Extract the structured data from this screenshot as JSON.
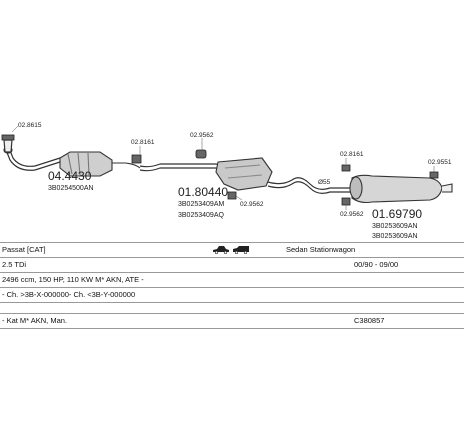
{
  "diagram": {
    "part_main_1": "04.4430",
    "oe_1": "3B0254500AN",
    "part_main_2": "01.80440",
    "oe_2a": "3B0253409AM",
    "oe_2b": "3B0253409AQ",
    "part_main_3": "01.69790",
    "oe_3a": "3B0253609AN",
    "oe_3b": "3B0253609AN",
    "clamp_1": "02.8615",
    "clamp_2": "02.8161",
    "clamp_3": "02.9562",
    "clamp_4": "02.9562",
    "clamp_5": "02.8161",
    "clamp_6": "02.9551",
    "clamp_7": "02.9562",
    "pipe_diameter": "Ø55"
  },
  "info": {
    "model": "Passat  [CAT]",
    "body_type": "Sedan Stationwagon",
    "engine": "2.5 TDi",
    "years": "00/90 - 09/00",
    "specs": "2496 ccm, 150 HP, 110 KW M* AKN, ATE -",
    "chassis": "- Ch. >3B-X-000000- Ch. <3B-Y-000000",
    "engine_code": "- Kat M* AKN, Man.",
    "catalog_no": "C380857"
  },
  "icons": [
    "sedan-icon",
    "station-wagon-icon"
  ]
}
